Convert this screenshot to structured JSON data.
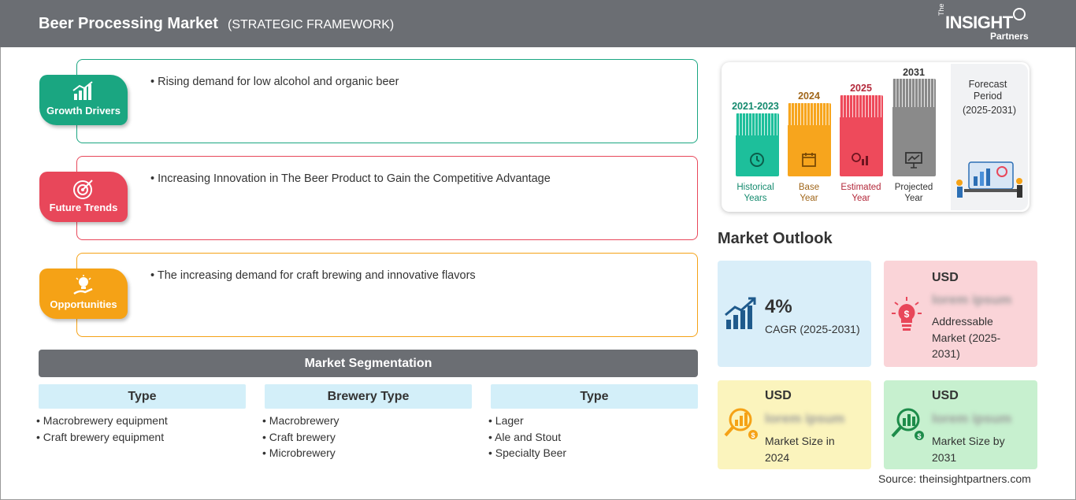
{
  "header": {
    "title": "Beer Processing Market",
    "subtitle": "(STRATEGIC FRAMEWORK)",
    "logo_prefix": "The",
    "logo_main": "INSIGHT",
    "logo_sub": "Partners"
  },
  "framework": [
    {
      "label": "Growth Drivers",
      "text": "Rising demand for low alcohol and organic beer",
      "color": "#1aa681",
      "icon": "bar-chart-icon"
    },
    {
      "label": "Future Trends",
      "text": "Increasing Innovation in The Beer Product to Gain the Competitive Advantage",
      "color": "#e8475a",
      "icon": "target-icon"
    },
    {
      "label": "Opportunities",
      "text": "The increasing demand for craft brewing and innovative flavors",
      "color": "#f5a216",
      "icon": "lightbulb-hand-icon"
    }
  ],
  "segmentation": {
    "title": "Market Segmentation",
    "columns": [
      {
        "heading": "Type",
        "items": [
          "Macrobrewery equipment",
          "Craft brewery equipment"
        ]
      },
      {
        "heading": "Brewery Type",
        "items": [
          "Macrobrewery",
          "Craft brewery",
          "Microbrewery"
        ]
      },
      {
        "heading": "Type",
        "items": [
          "Lager",
          "Ale and Stout",
          "Specialty Beer"
        ]
      }
    ]
  },
  "timeline": {
    "columns": [
      {
        "year": "2021-2023",
        "line1": "Historical",
        "line2": "Years",
        "color": "#1dbf9b",
        "text_color": "#148a6e"
      },
      {
        "year": "2024",
        "line1": "Base",
        "line2": "Year",
        "color": "#f7a51d",
        "text_color": "#a0661a"
      },
      {
        "year": "2025",
        "line1": "Estimated",
        "line2": "Year",
        "color": "#ee4a5b",
        "text_color": "#b3283a"
      },
      {
        "year": "2031",
        "line1": "Projected",
        "line2": "Year",
        "color": "#8a8a8a",
        "text_color": "#333333"
      }
    ],
    "forecast_line1": "Forecast",
    "forecast_line2": "Period",
    "forecast_range": "(2025-2031)"
  },
  "outlook": {
    "title": "Market Outlook",
    "cagr_value": "4%",
    "cagr_label": "CAGR (2025-2031)",
    "addressable_usd": "USD",
    "addressable_value": "lorem ipsum",
    "addressable_desc1": "Addressable",
    "addressable_desc2": "Market (2025-",
    "addressable_desc3": "2031)",
    "size2024_usd": "USD",
    "size2024_value": "lorem ipsum",
    "size2024_desc1": "Market Size in",
    "size2024_desc2": "2024",
    "size2031_usd": "USD",
    "size2031_value": "lorem ipsum",
    "size2031_desc1": "Market Size by",
    "size2031_desc2": "2031"
  },
  "source": "Source: theinsightpartners.com"
}
